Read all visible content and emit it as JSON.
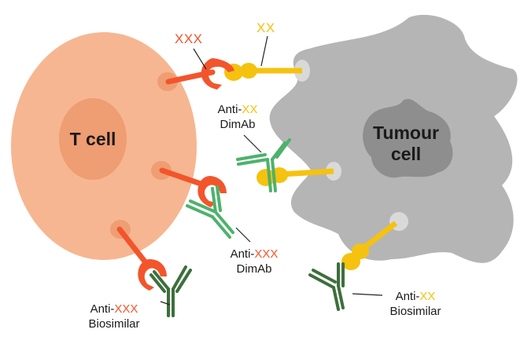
{
  "colors": {
    "tcell_fill": "#f6b691",
    "tcell_nucleus": "#ef9d73",
    "tumour_fill": "#b5b5b5",
    "tumour_nucleus": "#8e8e8e",
    "receptor_xxx": "#f2552c",
    "receptor_xx": "#f5c20f",
    "dimab_green": "#4db26b",
    "biosimilar_green": "#3d6f3c",
    "accent_red_text": "#f2552c",
    "accent_yellow_text": "#f5c20f"
  },
  "labels": {
    "tcell": "T cell",
    "tumour_line1": "Tumour",
    "tumour_line2": "cell",
    "xxx_tag": "XXX",
    "xx_tag": "XX",
    "anti_prefix": "Anti-",
    "anti_xx_dimab": {
      "target": "XX",
      "type": "DimAb"
    },
    "anti_xxx_dimab": {
      "target": "XXX",
      "type": "DimAb"
    },
    "anti_xxx_biosimilar": {
      "target": "XXX",
      "type": "Biosimilar"
    },
    "anti_xx_biosimilar": {
      "target": "XX",
      "type": "Biosimilar"
    }
  },
  "icons": {
    "tcell": "t-cell-icon",
    "tumour": "tumour-cell-icon",
    "xxx_receptor": "xxx-receptor-icon",
    "xx_ligand": "xx-ligand-icon",
    "dimab": "dimab-antibody-icon",
    "biosimilar": "biosimilar-antibody-icon"
  }
}
